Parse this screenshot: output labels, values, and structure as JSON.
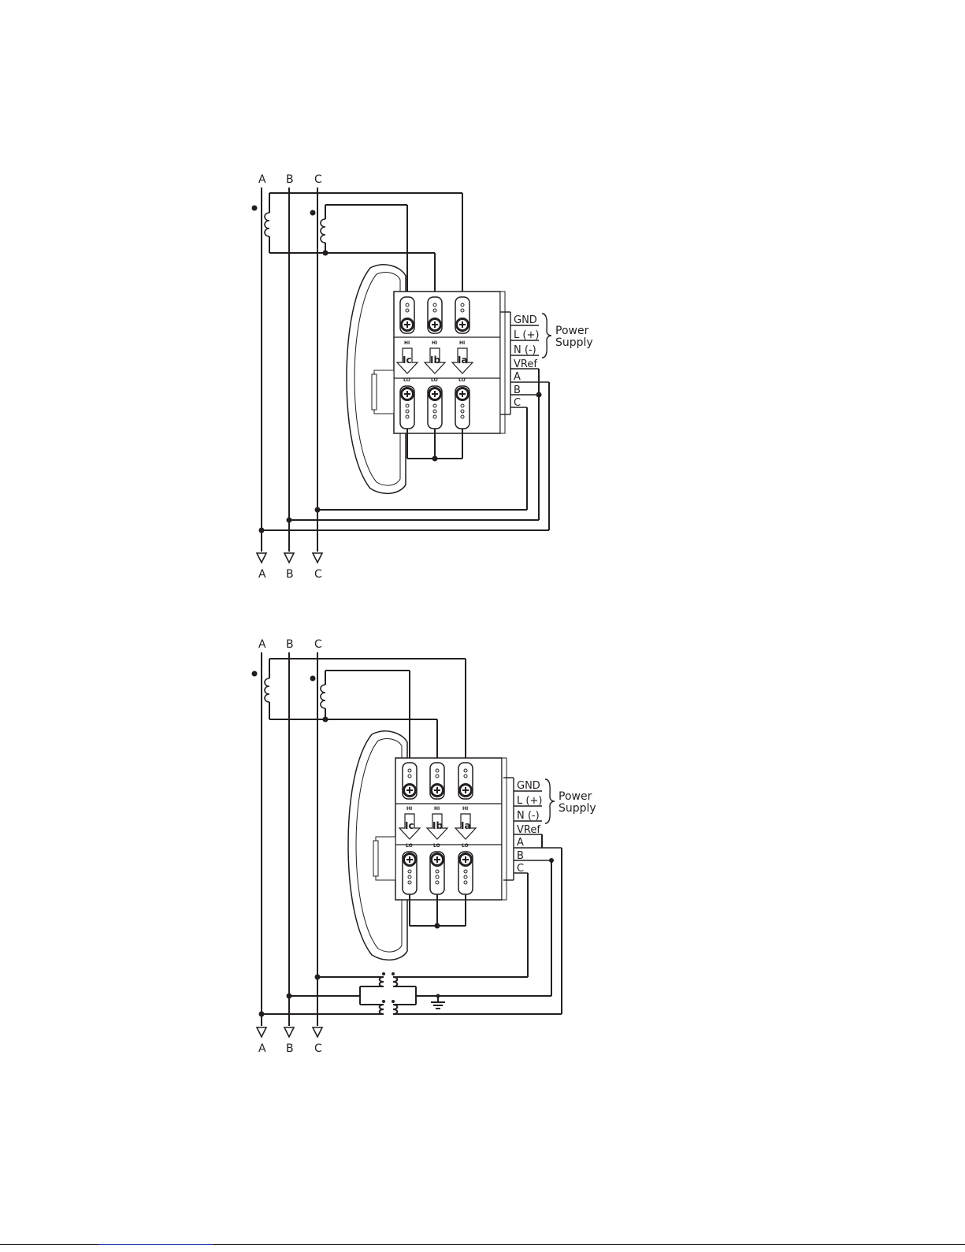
{
  "diagrams": [
    {
      "phases_top": [
        "A",
        "B",
        "C"
      ],
      "phases_bottom": [
        "A",
        "B",
        "C"
      ],
      "terminals": [
        "GND",
        "L (+)",
        "N (-)",
        "VRef",
        "A",
        "B",
        "C"
      ],
      "supply_label": [
        "Power",
        "Supply"
      ],
      "ct_labels": [
        "Ic",
        "Ib",
        "Ia"
      ],
      "hi_label": "HI",
      "lo_label": "LO"
    },
    {
      "phases_top": [
        "A",
        "B",
        "C"
      ],
      "phases_bottom": [
        "A",
        "B",
        "C"
      ],
      "terminals": [
        "GND",
        "L (+)",
        "N (-)",
        "VRef",
        "A",
        "B",
        "C"
      ],
      "supply_label": [
        "Power",
        "Supply"
      ],
      "ct_labels": [
        "Ic",
        "Ib",
        "Ia"
      ],
      "hi_label": "HI",
      "lo_label": "LO"
    }
  ]
}
